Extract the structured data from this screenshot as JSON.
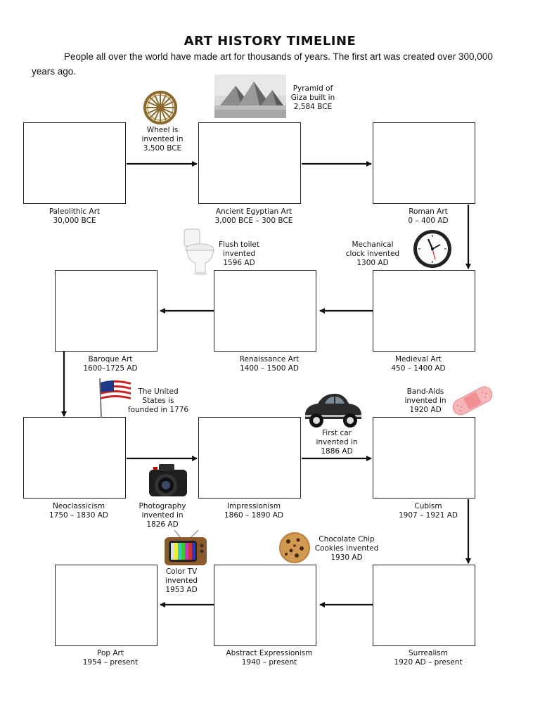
{
  "title": "ART HISTORY TIMELINE",
  "intro": "People all over the world have made art for thousands of years. The first art was created over 300,000 years ago.",
  "periods": [
    {
      "name": "Paleolithic Art",
      "date": "30,000 BCE"
    },
    {
      "name": "Ancient Egyptian Art",
      "date": "3,000 BCE – 300 BCE"
    },
    {
      "name": "Roman Art",
      "date": "0 – 400 AD"
    },
    {
      "name": "Medieval Art",
      "date": "450 – 1400 AD"
    },
    {
      "name": "Renaissance Art",
      "date": "1400 – 1500 AD"
    },
    {
      "name": "Baroque Art",
      "date": "1600–1725 AD"
    },
    {
      "name": "Neoclassicism",
      "date": "1750 – 1830 AD"
    },
    {
      "name": "Impressionism",
      "date": "1860 – 1890 AD"
    },
    {
      "name": "Cubism",
      "date": "1907 – 1921 AD"
    },
    {
      "name": "Surrealism",
      "date": "1920 AD – present"
    },
    {
      "name": "Abstract Expressionism",
      "date": "1940 – present"
    },
    {
      "name": "Pop Art",
      "date": "1954 – present"
    }
  ],
  "events": {
    "wheel": [
      "Wheel is",
      "invented in",
      "3,500 BCE"
    ],
    "pyramid": [
      "Pyramid of",
      "Giza built in",
      "2,584 BCE"
    ],
    "clock": [
      "Mechanical",
      "clock invented",
      "1300 AD"
    ],
    "toilet": [
      "Flush toilet",
      "invented",
      "1596 AD"
    ],
    "usa": [
      "The United",
      "States is",
      "founded in 1776"
    ],
    "car": [
      "First car",
      "invented in",
      "1886 AD"
    ],
    "bandaid": [
      "Band-Aids",
      "invented in",
      "1920 AD"
    ],
    "photo": [
      "Photography",
      "invented in",
      "1826 AD"
    ],
    "tv": [
      "Color TV",
      "invented",
      "1953 AD"
    ],
    "cookie": [
      "Chocolate Chip",
      "Cookies invented",
      "1930 AD"
    ]
  },
  "icons": [
    "wheel-icon",
    "pyramid-icon",
    "clock-icon",
    "toilet-icon",
    "flag-icon",
    "car-icon",
    "bandaid-icon",
    "camera-icon",
    "tv-icon",
    "cookie-icon"
  ]
}
